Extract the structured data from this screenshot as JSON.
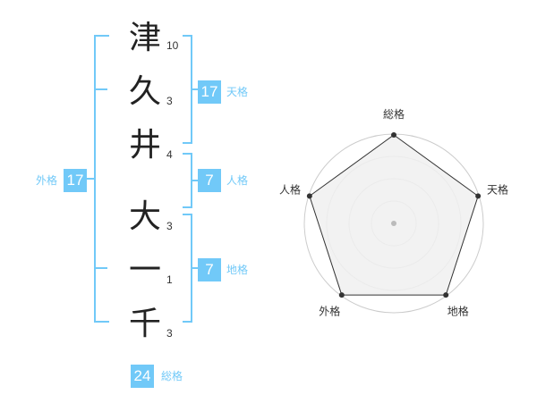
{
  "name_chars": [
    {
      "char": "津",
      "strokes": "10"
    },
    {
      "char": "久",
      "strokes": "3"
    },
    {
      "char": "井",
      "strokes": "4"
    },
    {
      "char": "大",
      "strokes": "3"
    },
    {
      "char": "一",
      "strokes": "1"
    },
    {
      "char": "千",
      "strokes": "3"
    }
  ],
  "kaku": {
    "tenkaku": {
      "label": "天格",
      "value": "17"
    },
    "jinkaku": {
      "label": "人格",
      "value": "7"
    },
    "chikaku": {
      "label": "地格",
      "value": "7"
    },
    "gaikaku": {
      "label": "外格",
      "value": "17"
    },
    "soukaku": {
      "label": "総格",
      "value": "24"
    }
  },
  "radar": {
    "axes": [
      "総格",
      "天格",
      "地格",
      "外格",
      "人格"
    ],
    "values": [
      1.0,
      1.0,
      1.0,
      1.0,
      1.0
    ],
    "max": 1.0,
    "rings": 4,
    "colors": {
      "ring": "#cccccc",
      "fill": "#f0f0f0",
      "line": "#333333",
      "point": "#333333",
      "center": "#bbbbbb"
    }
  },
  "colors": {
    "accent": "#71c9f8",
    "bracket": "#71c9f8"
  }
}
